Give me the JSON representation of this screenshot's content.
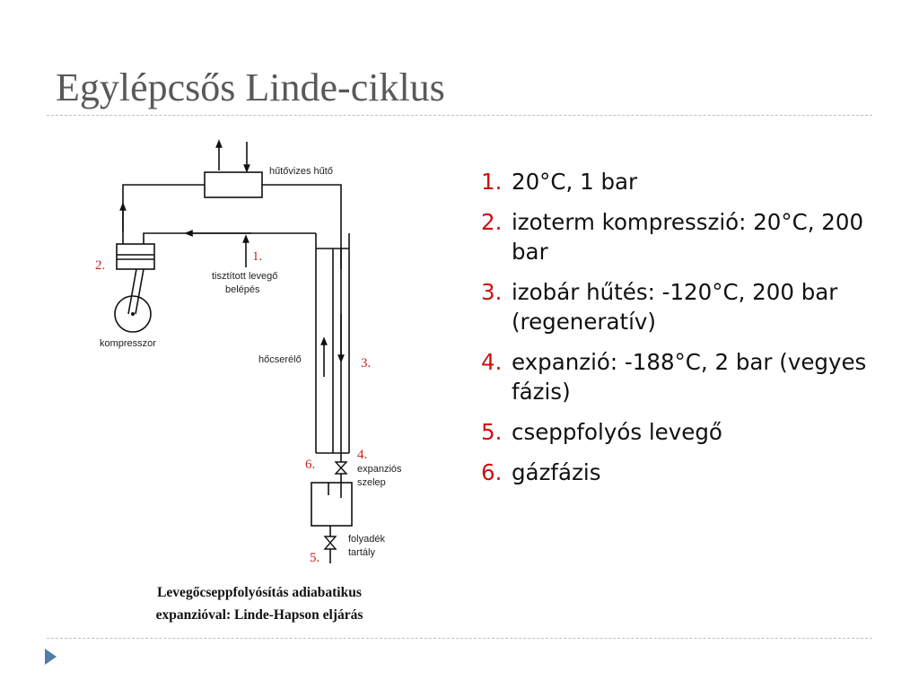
{
  "slide": {
    "title": "Egylépcsős Linde-ciklus"
  },
  "diagram": {
    "labels": {
      "cooler": "hűtővizes hűtő",
      "inlet_line1": "tisztított levegő",
      "inlet_line2": "belépés",
      "compressor": "kompresszor",
      "heat_exchanger": "hőcserélő",
      "valve_line1": "expanziós",
      "valve_line2": "szelep",
      "tank_line1": "folyadék",
      "tank_line2": "tartály"
    },
    "markers": [
      "1.",
      "2.",
      "3.",
      "4.",
      "5.",
      "6."
    ],
    "caption_line1": "Levegőcseppfolyósítás adiabatikus",
    "caption_line2": "expanzióval: Linde-Hapson eljárás"
  },
  "steps": [
    {
      "num": "1.",
      "text": "20°C, 1 bar"
    },
    {
      "num": "2.",
      "text": "izoterm kompresszió: 20°C, 200 bar"
    },
    {
      "num": "3.",
      "text": "izobár hűtés: -120°C, 200 bar (regeneratív)"
    },
    {
      "num": "4.",
      "text": "expanzió: -188°C, 2 bar (vegyes fázis)"
    },
    {
      "num": "5.",
      "text": "cseppfolyós levegő"
    },
    {
      "num": "6.",
      "text": "gázfázis"
    }
  ],
  "colors": {
    "title": "#595959",
    "accent": "#cc1111",
    "rule": "#b8c2c8",
    "footer_icon": "#4f7ea8"
  },
  "icons": {
    "footer": "play-triangle-icon"
  }
}
